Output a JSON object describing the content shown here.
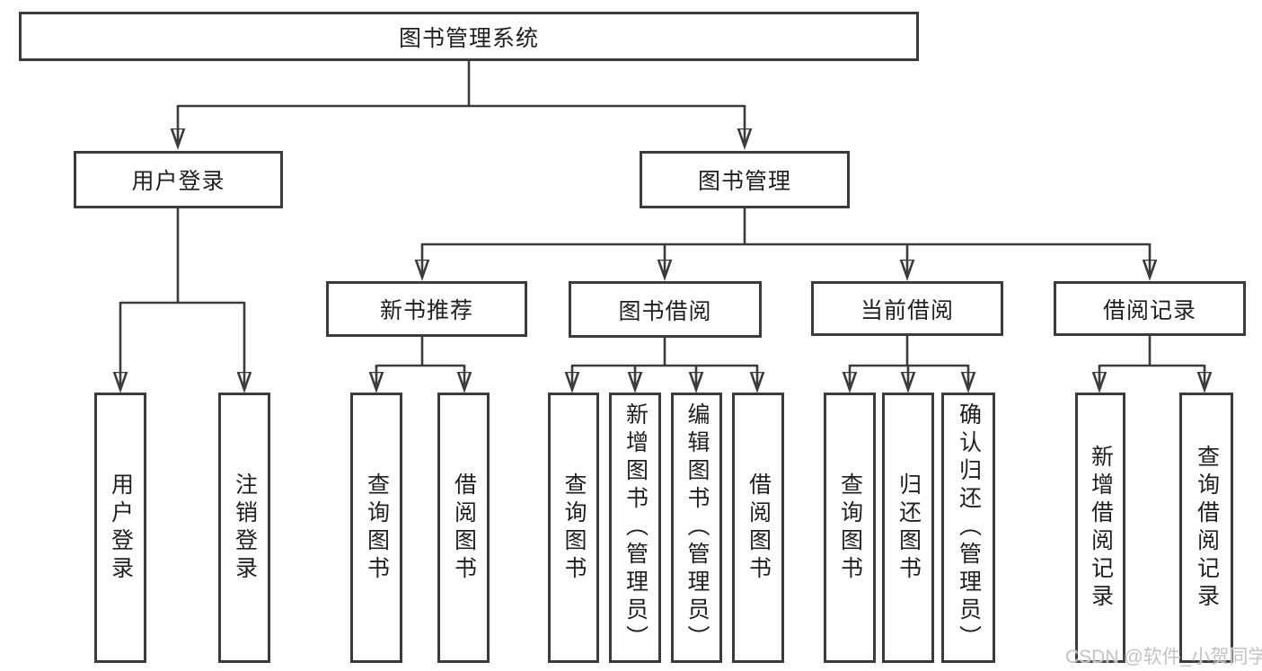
{
  "nodes": {
    "root": "图书管理系统",
    "branches": [
      {
        "label": "用户登录",
        "children": [
          {
            "label": "用户登录"
          },
          {
            "label": "注销登录"
          }
        ]
      },
      {
        "label": "图书管理",
        "children": [
          {
            "label": "新书推荐",
            "children": [
              {
                "label": "查询图书"
              },
              {
                "label": "借阅图书"
              }
            ]
          },
          {
            "label": "图书借阅",
            "children": [
              {
                "label": "查询图书"
              },
              {
                "label": "新增图书（管理员）"
              },
              {
                "label": "编辑图书（管理员）"
              },
              {
                "label": "借阅图书"
              }
            ]
          },
          {
            "label": "当前借阅",
            "children": [
              {
                "label": "查询图书"
              },
              {
                "label": "归还图书"
              },
              {
                "label": "确认归还（管理员）"
              }
            ]
          },
          {
            "label": "借阅记录",
            "children": [
              {
                "label": "新增借阅记录"
              },
              {
                "label": "查询借阅记录"
              }
            ]
          }
        ]
      }
    ]
  },
  "watermark": {
    "text": "CSDN @软件_小贺同学"
  },
  "colors": {
    "line": "#3b3b3b",
    "text": "#1f1f1f",
    "watermark": "#c3c3c3",
    "background": "#ffffff"
  }
}
